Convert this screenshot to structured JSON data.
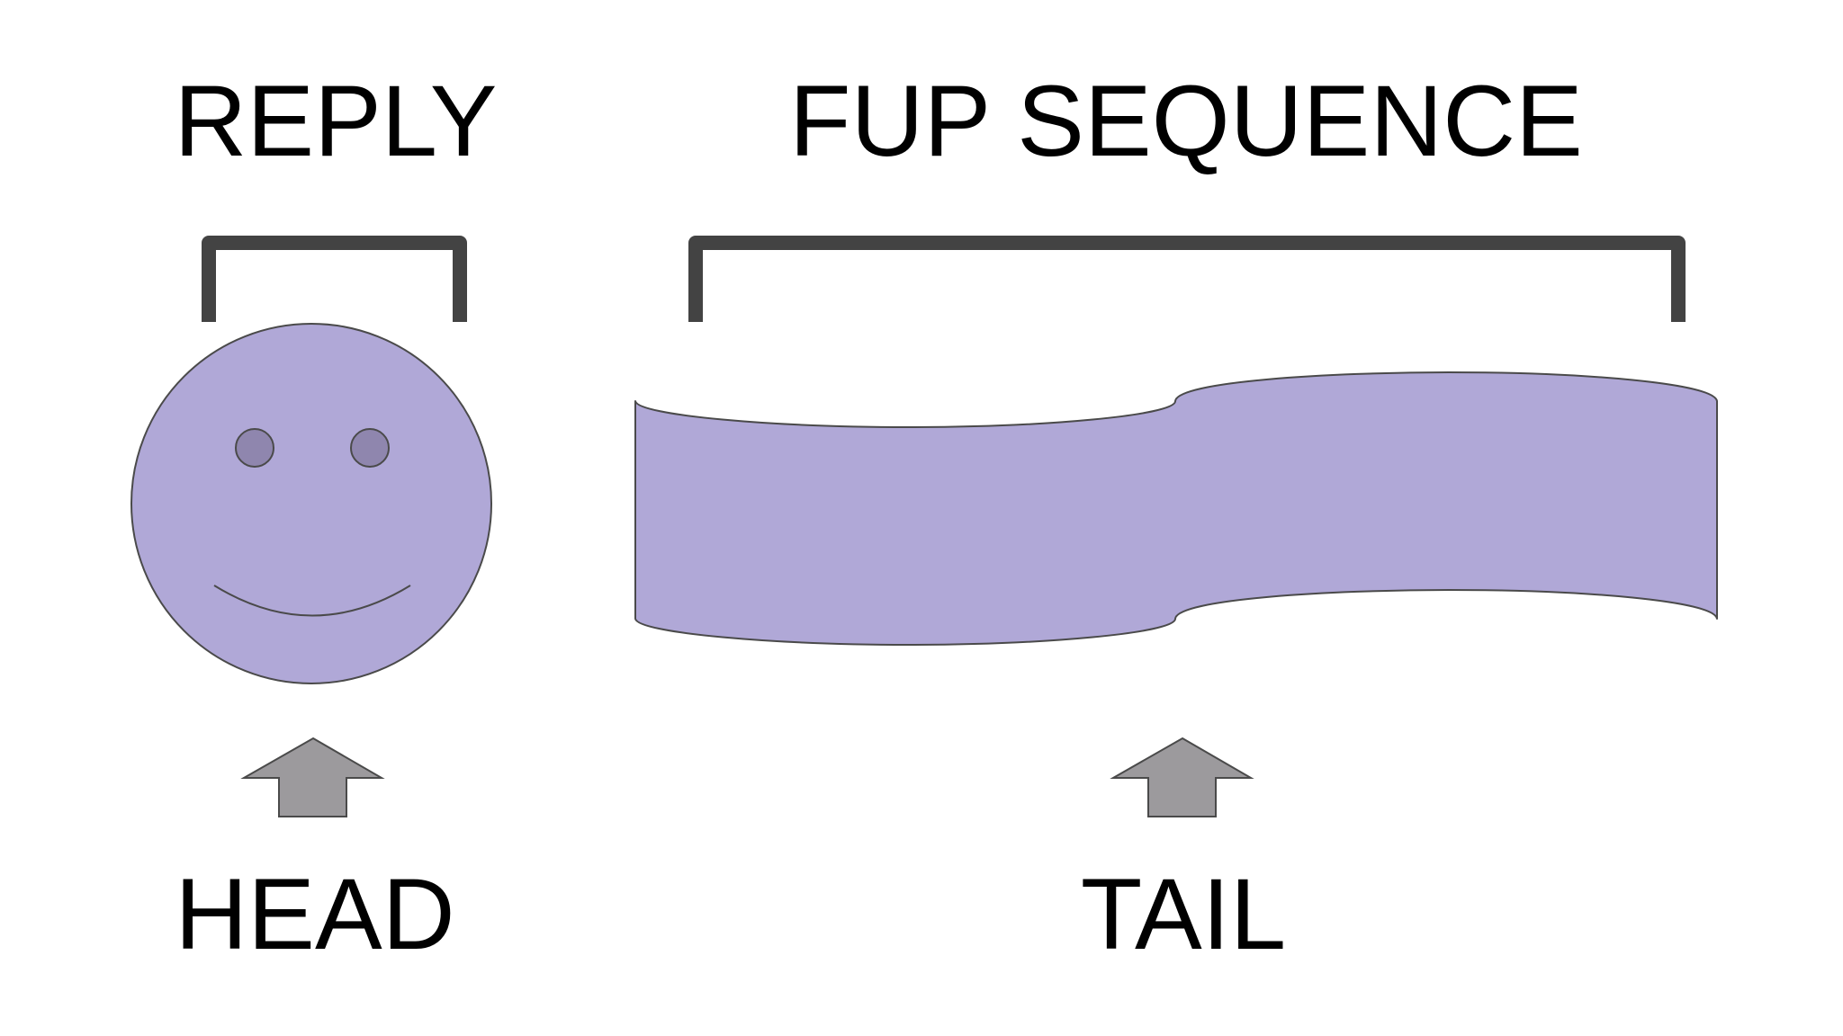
{
  "labels": {
    "reply": "REPLY",
    "fup_sequence": "FUP SEQUENCE",
    "head": "HEAD",
    "tail": "TAIL"
  },
  "colors": {
    "background": "#ffffff",
    "shape_fill": "#b0a8d7",
    "shape_stroke": "#4a4a4a",
    "eye_fill": "#8f86ae",
    "bracket": "#434343",
    "arrow_fill": "#9c9a9d",
    "text": "#000000"
  },
  "icons": {
    "face": "smiley-face-icon",
    "sequence": "scroll-banner-icon",
    "arrows": "up-arrow-icon"
  }
}
